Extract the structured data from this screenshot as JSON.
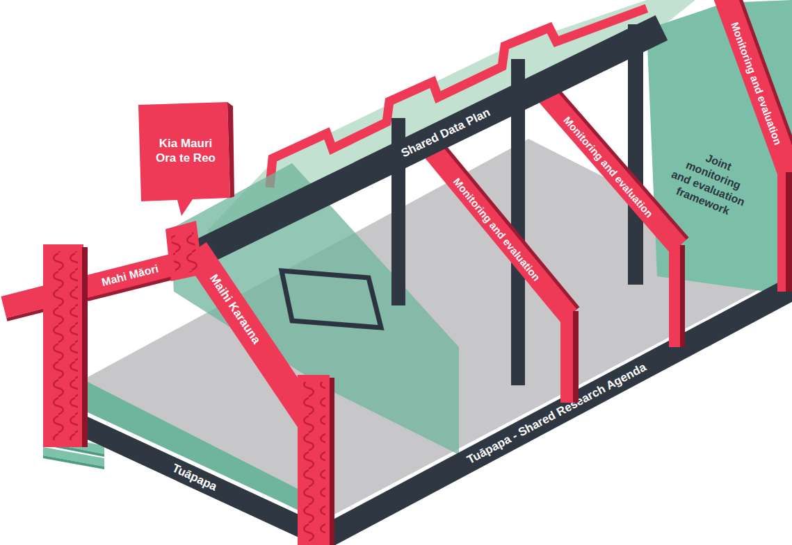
{
  "diagram": {
    "nodes": [
      {
        "text": [
          "Kia Mauri Ora te Reo"
        ]
      },
      {
        "text": [
          "Mahi Māori"
        ]
      },
      {
        "text": [
          "Maihi Karauna"
        ]
      },
      {
        "text": [
          "Shared Data Plan"
        ]
      },
      {
        "text": [
          "Monitoring and evaluation"
        ]
      },
      {
        "text": [
          "Monitoring and evaluation"
        ]
      },
      {
        "text": [
          "Monitoring and evaluation"
        ]
      },
      {
        "text": [
          "Joint monitoring and evaluation framework"
        ]
      },
      {
        "text": [
          "Tuāpapa"
        ]
      },
      {
        "text": [
          "Tuāpapa - Shared Research Agenda"
        ]
      }
    ]
  }
}
